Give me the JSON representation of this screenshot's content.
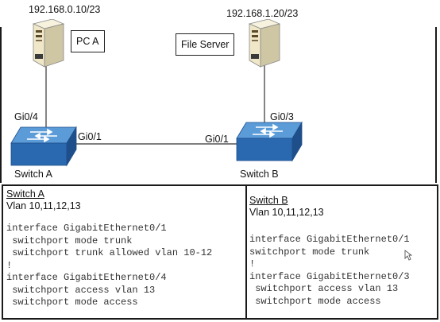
{
  "diagram": {
    "pc": {
      "ip": "192.168.0.10/23",
      "label": "PC A"
    },
    "server": {
      "ip": "192.168.1.20/23",
      "label": "File Server"
    },
    "switch_a": {
      "label": "Switch A",
      "port_to_pc": "Gi0/4",
      "port_to_switch": "Gi0/1"
    },
    "switch_b": {
      "label": "Switch B",
      "port_to_server": "Gi0/3",
      "port_to_switch": "Gi0/1"
    }
  },
  "config": {
    "switch_a": {
      "title": "Switch A",
      "vlans": "Vlan 10,11,12,13",
      "lines": [
        "interface GigabitEthernet0/1",
        " switchport mode trunk",
        " switchport trunk allowed vlan 10-12",
        "!",
        "interface GigabitEthernet0/4",
        " switchport access vlan 13",
        " switchport mode access"
      ]
    },
    "switch_b": {
      "title": "Switch B",
      "vlans": "Vlan 10,11,12,13",
      "lines": [
        "interface GigabitEthernet0/1",
        "switchport mode trunk",
        "!",
        "interface GigabitEthernet0/3",
        " switchport access vlan 13",
        " switchport mode access"
      ]
    }
  },
  "colors": {
    "switch_top": "#5a9bd8",
    "switch_side": "#2a68b0",
    "tower_body": "#efe7c8",
    "link": "#333333"
  },
  "icons": [
    "desktop-pc-icon",
    "server-tower-icon",
    "switch-icon",
    "mouse-cursor-icon"
  ]
}
